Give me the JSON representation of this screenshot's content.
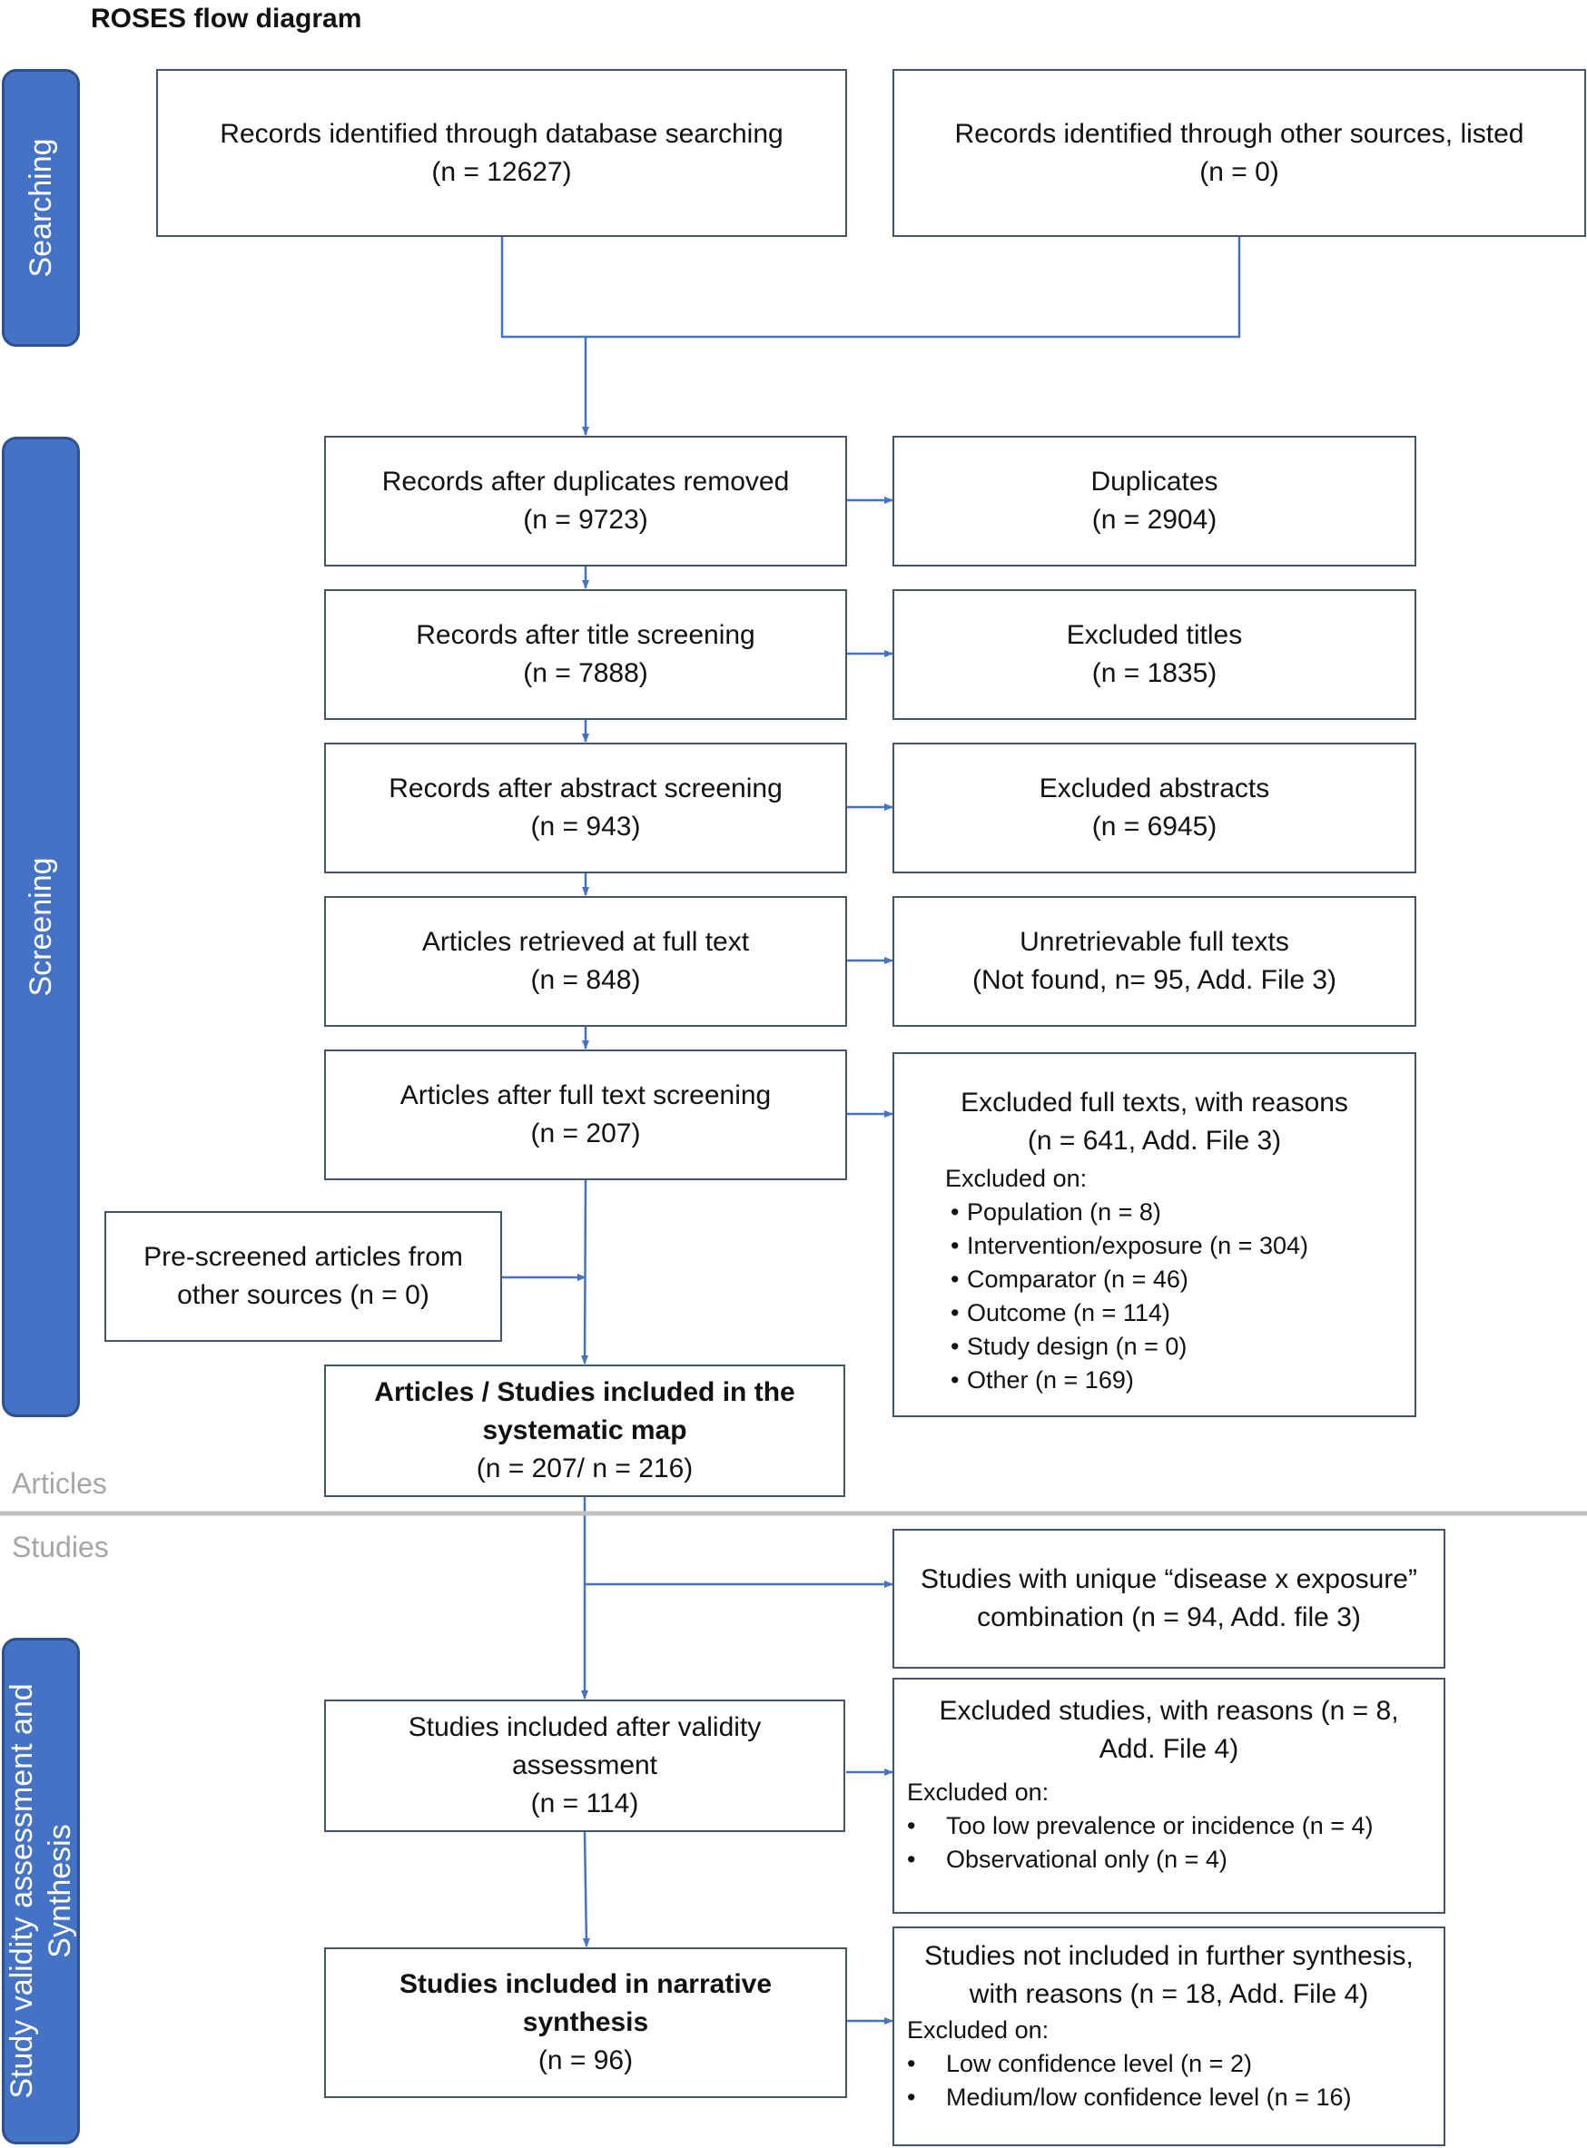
{
  "title": "ROSES flow diagram",
  "phases": {
    "searching": "Searching",
    "screening": "Screening",
    "synthesis_line1": "Study validity assessment and",
    "synthesis_line2": "Synthesis"
  },
  "zones": {
    "articles": "Articles",
    "studies": "Studies"
  },
  "searching": {
    "database": {
      "label": "Records identified through database searching",
      "count": "(n = 12627)"
    },
    "other": {
      "label": "Records identified through other sources, listed",
      "count": "(n = 0)"
    }
  },
  "screening": {
    "dedup": {
      "label": "Records after duplicates removed",
      "count": "(n = 9723)"
    },
    "duplicates": {
      "label": "Duplicates",
      "count": "(n = 2904)"
    },
    "title_screen": {
      "label": "Records after title screening",
      "count": "(n = 7888)"
    },
    "excluded_titles": {
      "label": "Excluded titles",
      "count": "(n = 1835)"
    },
    "abstract_screen": {
      "label": "Records after abstract screening",
      "count": "(n = 943)"
    },
    "excluded_abstracts": {
      "label": "Excluded abstracts",
      "count": "(n = 6945)"
    },
    "fulltext_retrieved": {
      "label": "Articles retrieved at full text",
      "count": "(n = 848)"
    },
    "unretrievable": {
      "label": "Unretrievable full texts",
      "count": "(Not found, n= 95, Add. File 3)"
    },
    "fulltext_screen": {
      "label": "Articles after full text screening",
      "count": "(n = 207)"
    },
    "excluded_fulltexts": {
      "label": "Excluded full texts, with reasons",
      "count": "(n = 641, Add. File 3)",
      "reasons_heading": "Excluded on:",
      "reasons": [
        "Population (n = 8)",
        "Intervention/exposure (n = 304)",
        "Comparator (n = 46)",
        "Outcome (n = 114)",
        "Study design (n = 0)",
        "Other (n = 169)"
      ]
    },
    "prescreened": {
      "line1": "Pre-screened articles from",
      "line2": "other sources (n = 0)"
    },
    "included_map": {
      "line1": "Articles / Studies included in the",
      "line2": "systematic map",
      "count": "(n = 207/ n = 216)"
    }
  },
  "synthesis": {
    "unique": {
      "line1": "Studies with unique “disease x exposure”",
      "line2": "combination (n = 94, Add. file 3)"
    },
    "validity": {
      "line1": "Studies included after validity",
      "line2": "assessment",
      "count": "(n = 114)"
    },
    "excluded_studies": {
      "line1": "Excluded studies, with reasons (n = 8,",
      "line2": "Add. File 4)",
      "reasons_heading": "Excluded on:",
      "reasons": [
        "Too low prevalence or incidence (n = 4)",
        "Observational only (n = 4)"
      ]
    },
    "narrative": {
      "line1": "Studies included in narrative",
      "line2": "synthesis",
      "count": "(n = 96)"
    },
    "not_included": {
      "line1": "Studies not included in further synthesis,",
      "line2": "with reasons (n = 18, Add. File 4)",
      "reasons_heading": "Excluded on:",
      "reasons": [
        "Low confidence level (n = 2)",
        "Medium/low confidence level (n = 16)"
      ]
    }
  },
  "colors": {
    "phase_fill": "#4472c4",
    "phase_border": "#2f528f",
    "arrow": "#4472c4",
    "box_border": "#44546a",
    "divider": "#bfbfbf",
    "zone_text": "#a6a6a6"
  }
}
